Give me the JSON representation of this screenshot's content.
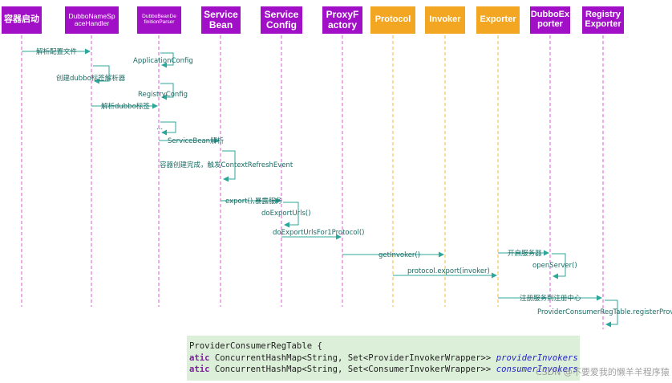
{
  "lanes": [
    {
      "id": "container",
      "lines": [
        "容器启动"
      ],
      "color": "#a10fc6"
    },
    {
      "id": "ns-handler",
      "lines": [
        "DubboNameSp",
        "aceHandler"
      ],
      "color": "#a10fc6"
    },
    {
      "id": "def-parser",
      "lines": [
        "DubboBeanDe",
        "finitionParser"
      ],
      "color": "#a10fc6"
    },
    {
      "id": "service-bean",
      "lines": [
        "Service",
        "Bean"
      ],
      "color": "#a10fc6"
    },
    {
      "id": "service-config",
      "lines": [
        "Service",
        "Config"
      ],
      "color": "#a10fc6"
    },
    {
      "id": "proxy-factory",
      "lines": [
        "ProxyF",
        "actory"
      ],
      "color": "#a10fc6"
    },
    {
      "id": "protocol",
      "lines": [
        "Protocol"
      ],
      "color": "#f2a621"
    },
    {
      "id": "invoker",
      "lines": [
        "Invoker"
      ],
      "color": "#f2a621"
    },
    {
      "id": "exporter",
      "lines": [
        "Exporter"
      ],
      "color": "#f2a621"
    },
    {
      "id": "dubbo-exporter",
      "lines": [
        "DubboEx",
        "porter"
      ],
      "color": "#a10fc6"
    },
    {
      "id": "registry-exporter",
      "lines": [
        "Registry",
        "Exporter"
      ],
      "color": "#a10fc6"
    }
  ],
  "messages": [
    {
      "text": "解析配置文件",
      "from": "container",
      "to": "ns-handler"
    },
    {
      "text": "ApplicationConfig",
      "from": "def-parser",
      "to": "def-parser",
      "self": true
    },
    {
      "text": "创建dubbo标签解析器",
      "from": "ns-handler",
      "to": "ns-handler",
      "self": true
    },
    {
      "text": "RegistryConfig",
      "from": "def-parser",
      "to": "def-parser",
      "self": true
    },
    {
      "text": "解析dubbo标签",
      "from": "ns-handler",
      "to": "def-parser"
    },
    {
      "text": "...",
      "from": "def-parser",
      "to": "def-parser",
      "self": true
    },
    {
      "text": "ServiceBean解析",
      "from": "def-parser",
      "to": "service-bean"
    },
    {
      "text": "容器创建完成，触发ContextRefreshEvent",
      "from": "service-bean",
      "to": "service-bean",
      "self": true
    },
    {
      "text": "export(),暴露服务",
      "from": "service-bean",
      "to": "service-config"
    },
    {
      "text": "doExportUrls()",
      "from": "service-config",
      "to": "service-config",
      "self": true
    },
    {
      "text": "doExportUrlsFor1Protocol()",
      "from": "service-config",
      "to": "proxy-factory"
    },
    {
      "text": "getInvoker()",
      "from": "proxy-factory",
      "to": "invoker"
    },
    {
      "text": "protocol.export(invoker)",
      "from": "protocol",
      "to": "exporter"
    },
    {
      "text": "开启服务器",
      "from": "exporter",
      "to": "dubbo-exporter"
    },
    {
      "text": "openServer()",
      "from": "dubbo-exporter",
      "to": "dubbo-exporter",
      "self": true
    },
    {
      "text": "注册服务到注册中心",
      "from": "exporter",
      "to": "registry-exporter"
    },
    {
      "text": "ProviderConsumerRegTable.registerProvider",
      "from": "registry-exporter",
      "to": "registry-exporter",
      "self": true
    }
  ],
  "code": {
    "line1": "ProviderConsumerRegTable {",
    "line2": {
      "kw": "atic",
      "type": " ConcurrentHashMap<String, Set<ProviderInvokerWrapper>> ",
      "field": "providerInvokers"
    },
    "line3": {
      "kw": "atic",
      "type": " ConcurrentHashMap<String, Set<ConsumerInvokerWrapper>> ",
      "field": "consumerInvokers"
    }
  },
  "watermark": "CSDN @不要爱我的懒羊羊程序猿",
  "colors": {
    "lifeline": "#e05ad6",
    "arrow": "#2ca79a",
    "lane_purple": "#a10fc6",
    "lane_orange": "#f2a621",
    "code_bg": "#dcf0d9"
  }
}
